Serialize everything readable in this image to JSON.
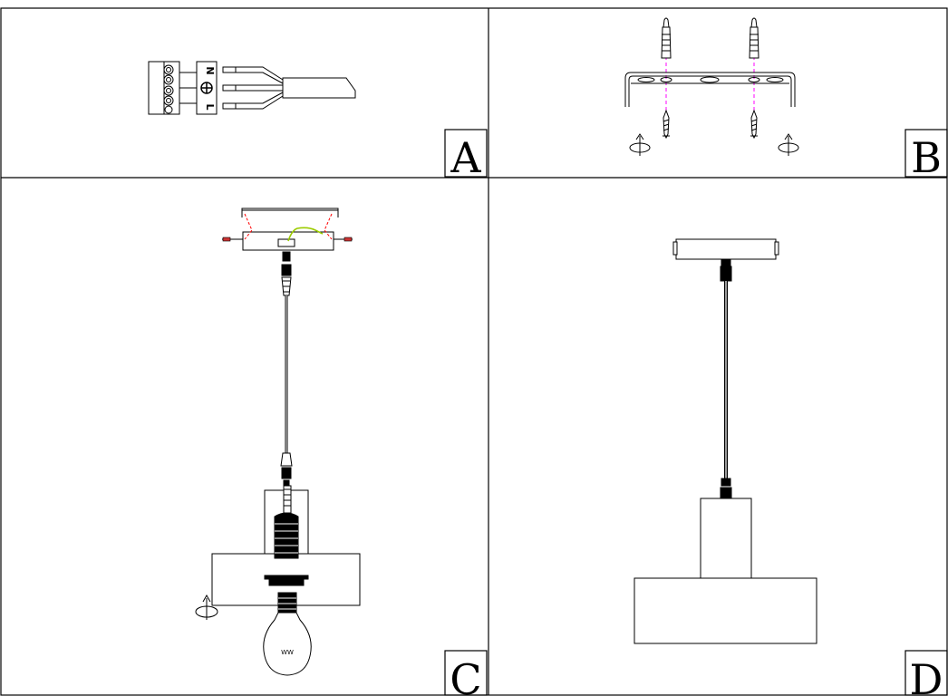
{
  "panels": {
    "a": {
      "letter": "A",
      "terminals": [
        "N",
        "L"
      ]
    },
    "b": {
      "letter": "B"
    },
    "c": {
      "letter": "C",
      "bulb_marking": "WW"
    },
    "d": {
      "letter": "D"
    }
  },
  "colors": {
    "line": "#000000",
    "centerline": "#ff00ff",
    "guide": "#ff0000",
    "earth_wire": "#9ccc00"
  }
}
